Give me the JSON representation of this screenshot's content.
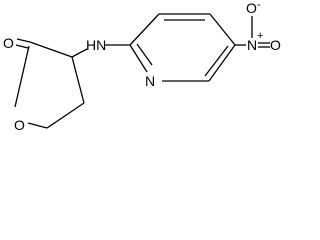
{
  "molecule": {
    "atoms": {
      "ring_oxygen": "O",
      "carbonyl_oxygen": "O",
      "amine": "HN",
      "pyridine_nitrogen": "N",
      "nitro_nitrogen": "N",
      "nitro_oxygen_top": "O",
      "nitro_oxygen_right": "O"
    },
    "charges": {
      "nitro_nitrogen_charge": "+",
      "nitro_oxygen_charge": "-"
    },
    "colors": {
      "bond": "#000000",
      "label": "#000000",
      "background": "#ffffff"
    }
  }
}
